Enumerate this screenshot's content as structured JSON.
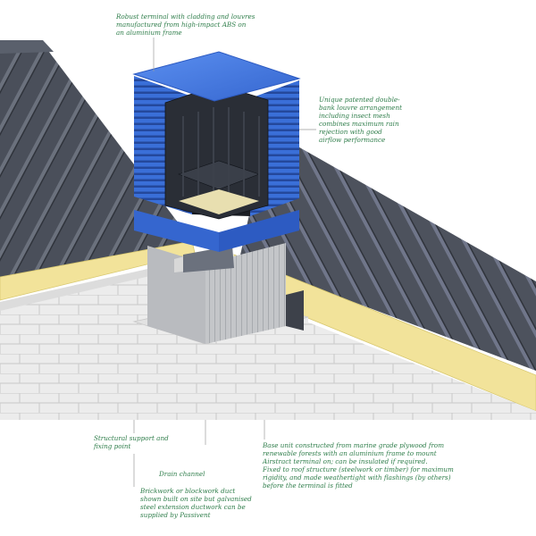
{
  "annotations": {
    "terminal": "Robust terminal with cladding and louvres\nmanufactured from high-impact ABS on\nan aluminium frame",
    "louvres": "Unique patented double-\nbank louvre arrangement\nincluding insect mesh\ncombines maximum rain\nrejection with good\nairflow performance",
    "support": "Structural support and\nfixing point",
    "drain": "Drain channel",
    "brickwork": "Brickwork or blockwork duct\nshown built on site but galvanised\nsteel extension ductwork can be\nsupplied by Passivent",
    "base_unit": "Base unit constructed from marine grade plywood from\nrenewable forests with an aluminium frame to mount\nAirstract terminal on; can be insulated if required.\nFixed to roof structure (steelwork or timber) for maximum\nrigidity, and made weathertight with flashings (by others)\nbefore the terminal is fitted"
  },
  "colors": {
    "annotation_text": "#2e7d4a",
    "terminal_blue": "#3a6fd8",
    "roof_panel": "#4a4f5a",
    "insulation": "#f2e39a",
    "block": "#eeeeee"
  }
}
